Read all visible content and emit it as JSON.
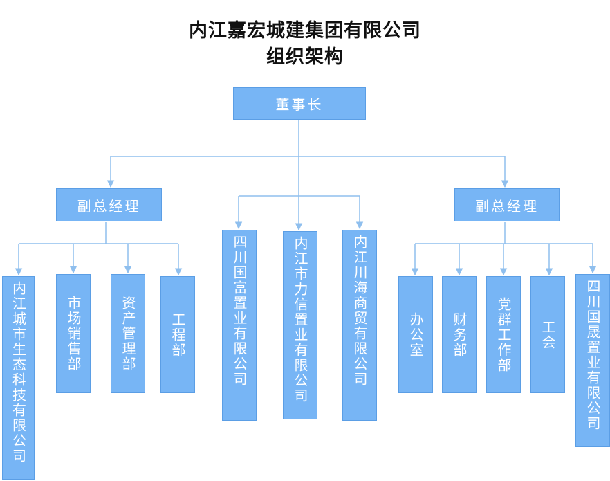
{
  "title": {
    "line1": "内江嘉宏城建集团有限公司",
    "line2": "组织架构"
  },
  "org": {
    "chairman": "董事长",
    "left_vp": "副总经理",
    "right_vp": "副总经理",
    "left_departments": [
      "内江城市生态科技有限公司",
      "市场销售部",
      "资产管理部",
      "工程部"
    ],
    "center_companies": [
      "四川国富置业有限公司",
      "内江市力信置业有限公司",
      "内江川海商贸有限公司"
    ],
    "right_departments": [
      "办公室",
      "财务部",
      "党群工作部",
      "工会",
      "四川国晟置业有限公司"
    ]
  },
  "colors": {
    "box_fill": "#77b5f5",
    "connector": "#8fbfee"
  }
}
